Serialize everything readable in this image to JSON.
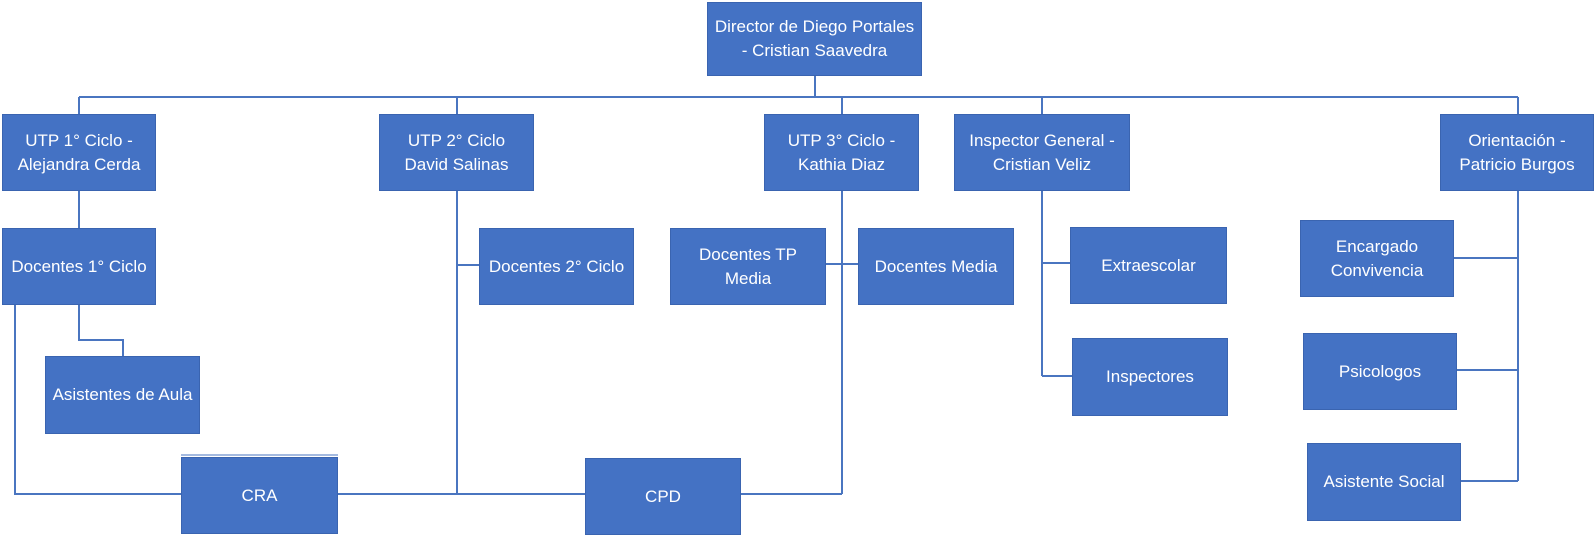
{
  "org_chart": {
    "director": "Director de Diego Portales - Cristian Saavedra",
    "utp1": "UTP 1° Ciclo - Alejandra Cerda",
    "utp2": "UTP 2° Ciclo David Salinas",
    "utp3": "UTP 3° Ciclo - Kathia Diaz",
    "inspector_general": "Inspector General - Cristian Veliz",
    "orientacion": "Orientación - Patricio Burgos",
    "docentes1": "Docentes 1° Ciclo",
    "asistentes_aula": "Asistentes de Aula",
    "docentes2": "Docentes 2° Ciclo",
    "docentes_tp": "Docentes  TP Media",
    "docentes_media": "Docentes Media",
    "extraescolar": "Extraescolar",
    "inspectores": "Inspectores",
    "encargado_convivencia": "Encargado Convivencia",
    "psicologos": "Psicologos",
    "asistente_social": "Asistente Social",
    "cra": "CRA",
    "cpd": "CPD"
  },
  "colors": {
    "box_fill": "#4472c4",
    "box_text": "#ffffff",
    "connector": "#4a75c0"
  }
}
